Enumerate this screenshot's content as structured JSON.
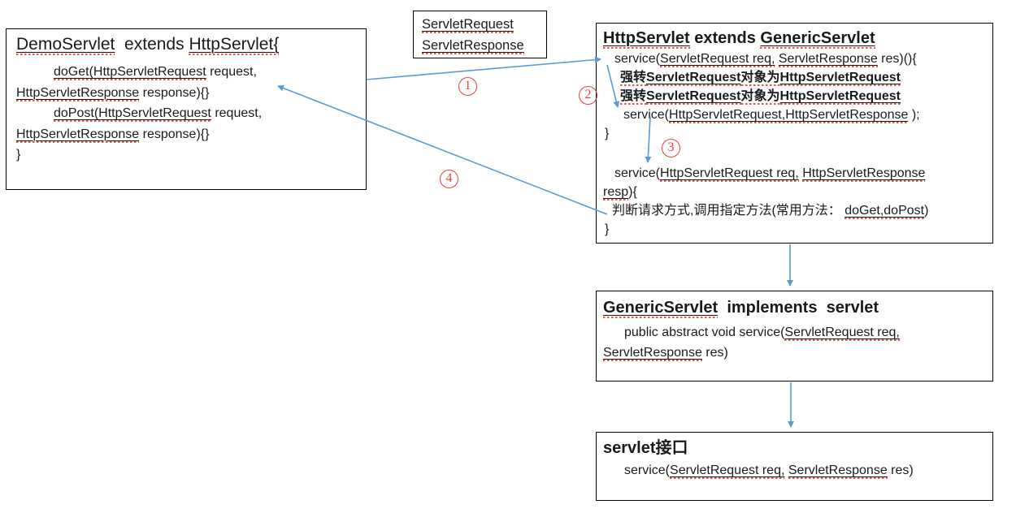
{
  "diagram": {
    "colors": {
      "arrow_blue": "#5b9bd5",
      "annotation_red": "#e8423b",
      "squiggle_red": "#e8554b",
      "box_border": "#000000"
    },
    "labels": {
      "step1": "1",
      "step2": "2",
      "step3": "3",
      "step4": "4"
    },
    "boxes": {
      "demo": {
        "lines": [
          {
            "cls": "t",
            "seg": [
              {
                "t": "DemoServlet",
                "f": "u"
              },
              {
                "t": "  extends ",
                "f": "p"
              },
              {
                "t": "HttpServlet{",
                "f": "u"
              }
            ]
          },
          {
            "ind": 46,
            "seg": [
              {
                "t": "doGet(HttpServletRequest",
                "f": "u"
              },
              {
                "t": " request,",
                "f": "p"
              }
            ]
          },
          {
            "seg": [
              {
                "t": "HttpServletResponse",
                "f": "u"
              },
              {
                "t": " response){}",
                "f": "p"
              }
            ]
          },
          {
            "ind": 46,
            "seg": [
              {
                "t": "doPost(HttpServletRequest",
                "f": "u"
              },
              {
                "t": " request,",
                "f": "p"
              }
            ]
          },
          {
            "seg": [
              {
                "t": "HttpServletResponse",
                "f": "u"
              },
              {
                "t": " response){}",
                "f": "p"
              }
            ]
          },
          {
            "seg": [
              {
                "t": "}",
                "f": "p"
              }
            ]
          }
        ]
      },
      "param": {
        "lines": [
          {
            "seg": [
              {
                "t": "ServletRequest",
                "f": "u"
              }
            ]
          },
          {
            "seg": [
              {
                "t": "ServletResponse",
                "f": "u"
              }
            ]
          }
        ]
      },
      "http": {
        "lines": [
          {
            "cls": "t",
            "seg": [
              {
                "t": "HttpServlet",
                "f": "u"
              },
              {
                "t": " extends ",
                "f": "p"
              },
              {
                "t": "GenericServlet",
                "f": "u"
              }
            ]
          },
          {
            "ind": 14,
            "seg": [
              {
                "t": "service(",
                "f": "p"
              },
              {
                "t": "ServletRequest req,",
                "f": "u"
              },
              {
                "t": " ",
                "f": "p"
              },
              {
                "t": "ServletResponse",
                "f": "u"
              },
              {
                "t": " res)(){",
                "f": "p"
              }
            ]
          },
          {
            "cls": "b",
            "ind": 21,
            "seg": [
              {
                "t": "强转",
                "f": "w"
              },
              {
                "t": "ServletRequest",
                "f": "u"
              },
              {
                "t": "对象为",
                "f": "w"
              },
              {
                "t": "HttpServletRequest",
                "f": "u"
              }
            ]
          },
          {
            "cls": "b",
            "ind": 21,
            "seg": [
              {
                "t": "强转",
                "f": "w"
              },
              {
                "t": "ServletRequest",
                "f": "u"
              },
              {
                "t": "对象为",
                "f": "w"
              },
              {
                "t": "HttpServletRequest",
                "f": "u"
              }
            ]
          },
          {
            "ind": 25,
            "seg": [
              {
                "t": "service(",
                "f": "p"
              },
              {
                "t": "HttpServletRequest,HttpServletResponse",
                "f": "u"
              },
              {
                "t": " );",
                "f": "p"
              }
            ]
          },
          {
            "ind": 2,
            "seg": [
              {
                "t": "}",
                "f": "p"
              }
            ]
          },
          {
            "cls": "blank",
            "seg": []
          },
          {
            "ind": 14,
            "seg": [
              {
                "t": "service(",
                "f": "p"
              },
              {
                "t": "HttpServletRequest req,",
                "f": "u"
              },
              {
                "t": " ",
                "f": "p"
              },
              {
                "t": "HttpServletResponse",
                "f": "u"
              }
            ]
          },
          {
            "seg": [
              {
                "t": "resp",
                "f": "u"
              },
              {
                "t": "){",
                "f": "p"
              }
            ]
          },
          {
            "ind": 11,
            "seg": [
              {
                "t": "判断请求方式,调用指定方法(常用方法：",
                "f": "p"
              },
              {
                "t": " ",
                "f": "p"
              },
              {
                "t": "doGet,doPost",
                "f": "u"
              },
              {
                "t": ")",
                "f": "p"
              }
            ]
          },
          {
            "ind": 2,
            "seg": [
              {
                "t": "}",
                "f": "p"
              }
            ]
          }
        ]
      },
      "generic": {
        "lines": [
          {
            "cls": "t",
            "seg": [
              {
                "t": "GenericServlet",
                "f": "u"
              },
              {
                "t": "  implements  servlet",
                "f": "p"
              }
            ]
          },
          {
            "ind": 26,
            "seg": [
              {
                "t": "public abstract void service(",
                "f": "p"
              },
              {
                "t": "ServletRequest req,",
                "f": "u"
              }
            ]
          },
          {
            "seg": [
              {
                "t": "ServletResponse",
                "f": "u"
              },
              {
                "t": " res)",
                "f": "p"
              }
            ]
          }
        ]
      },
      "servlet": {
        "lines": [
          {
            "cls": "t",
            "seg": [
              {
                "t": "servlet接口",
                "f": "p"
              }
            ]
          },
          {
            "ind": 26,
            "seg": [
              {
                "t": "service(",
                "f": "p"
              },
              {
                "t": "ServletRequest req,",
                "f": "u"
              },
              {
                "t": " ",
                "f": "p"
              },
              {
                "t": "ServletResponse",
                "f": "u"
              },
              {
                "t": " res)",
                "f": "p"
              }
            ]
          }
        ]
      }
    }
  }
}
